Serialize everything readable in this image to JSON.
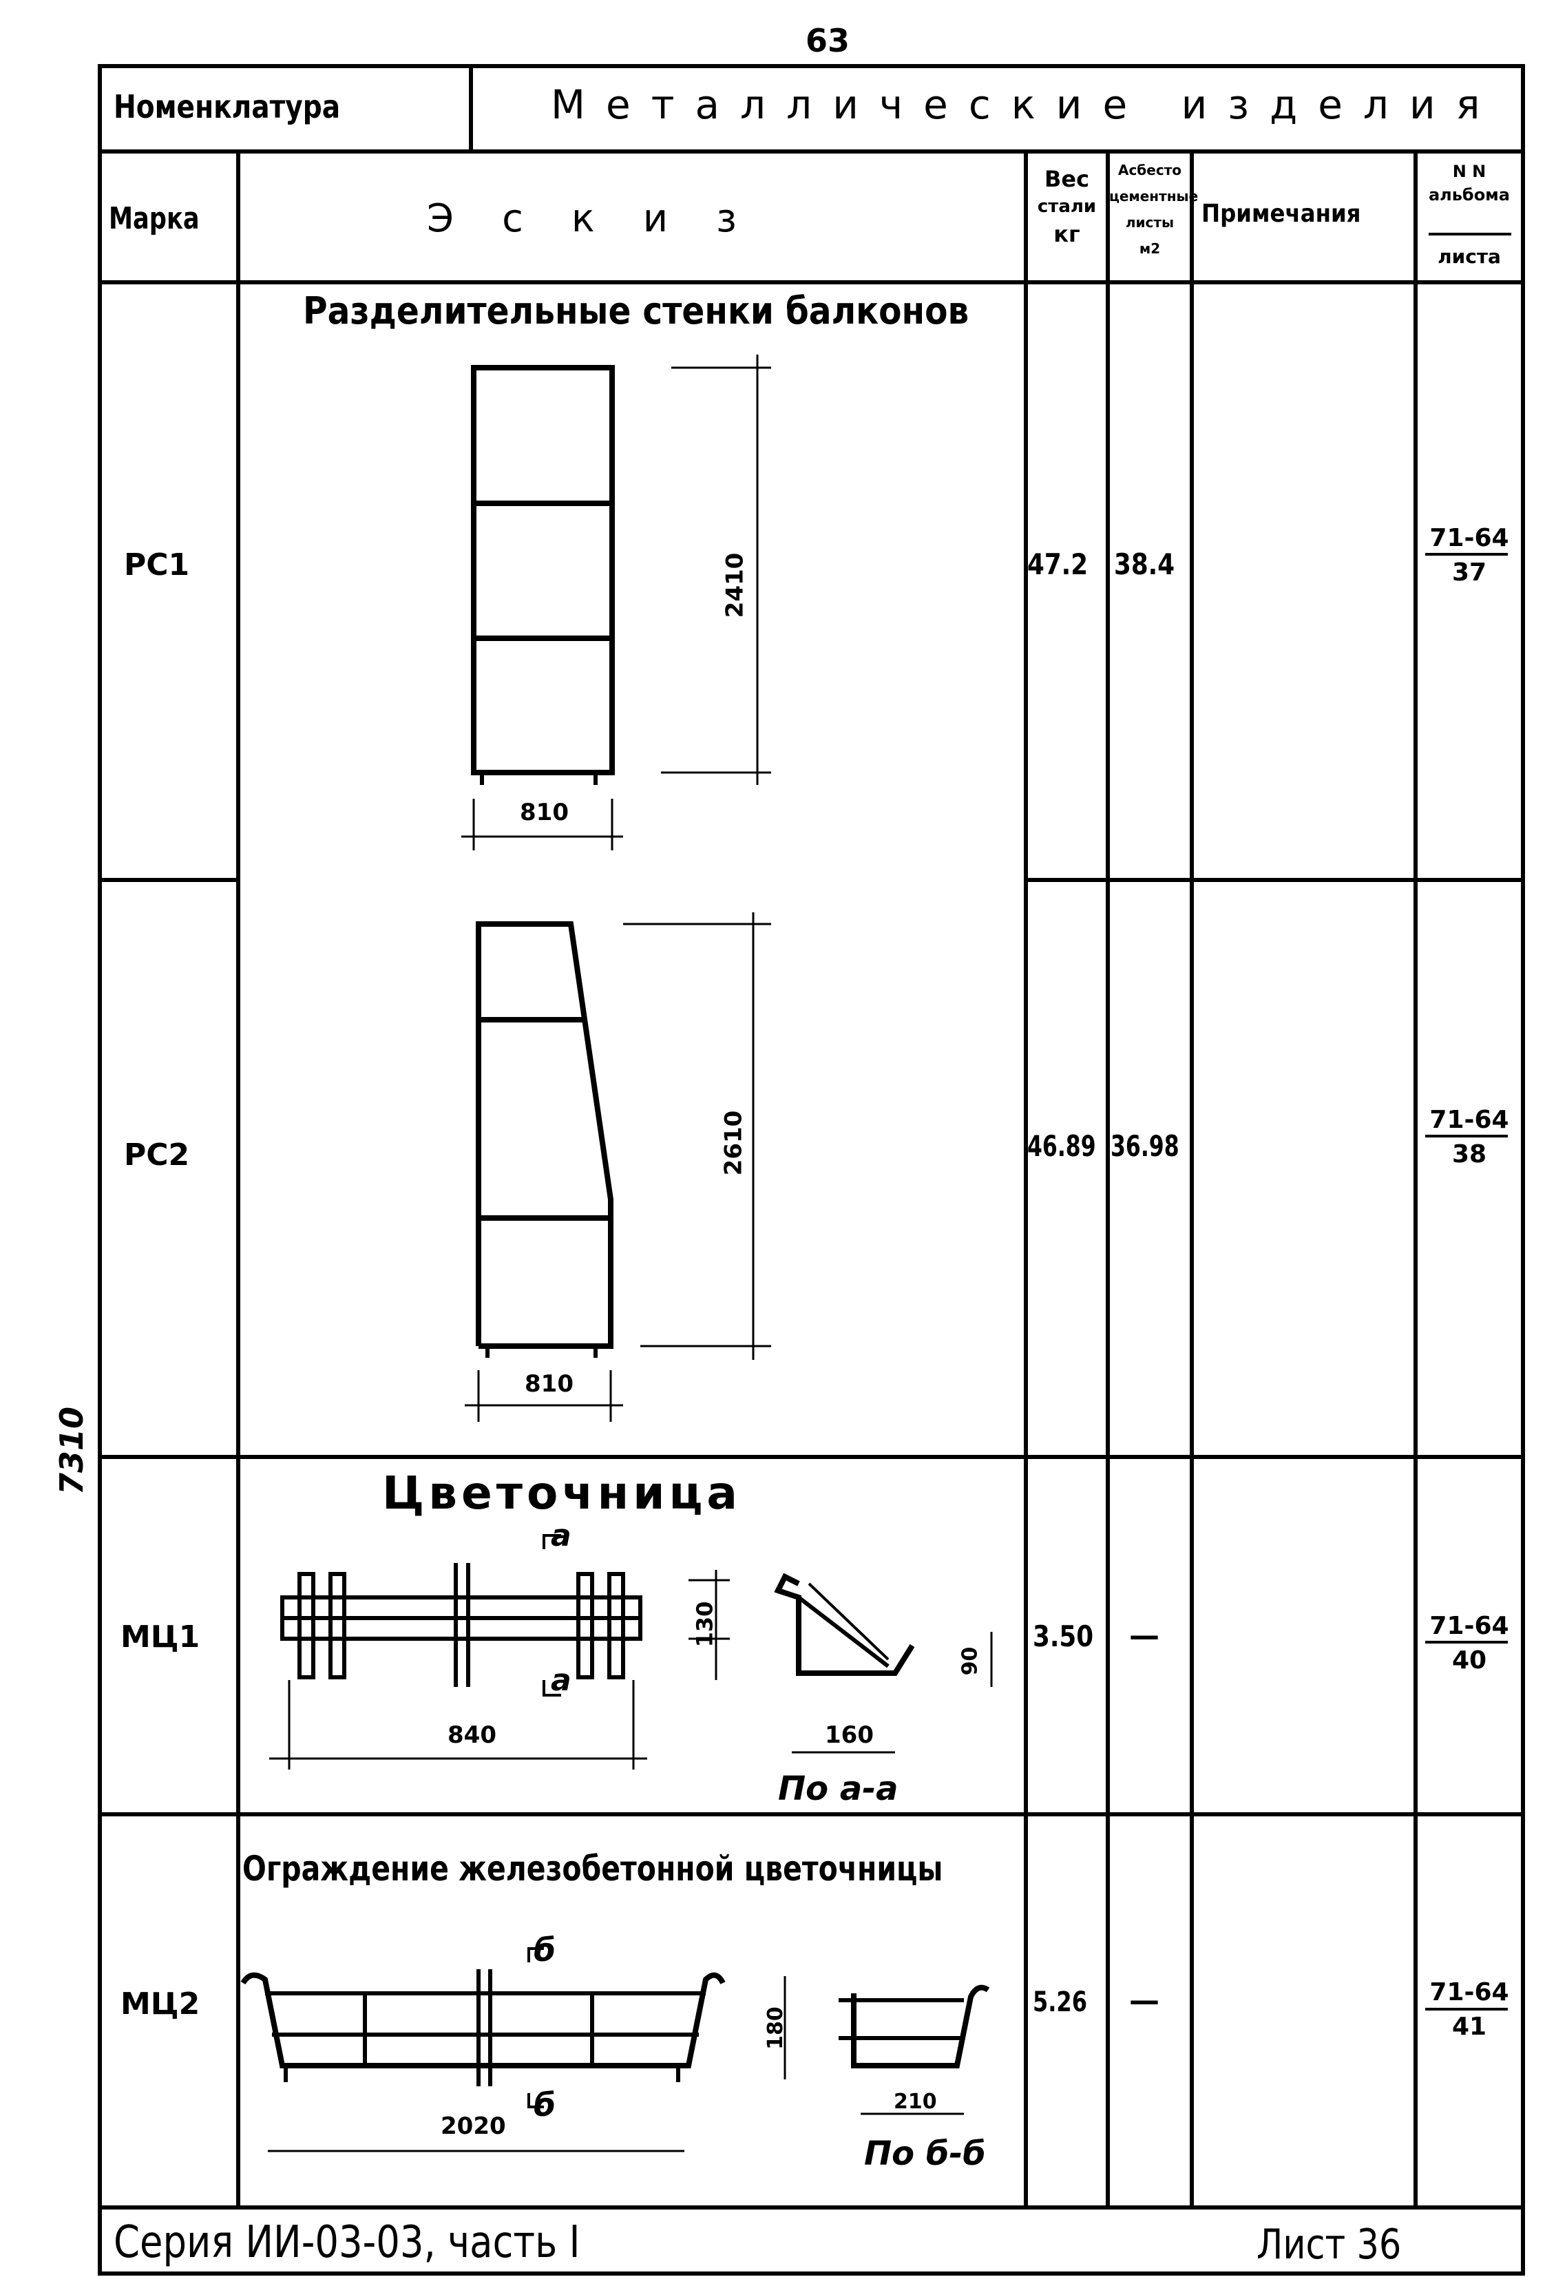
{
  "page_number": "63",
  "side_note": "7310",
  "header": {
    "nomenclature_label": "Номенклатура",
    "title": "Металлические изделия",
    "col_mark": "Марка",
    "col_sketch": "Эскиз",
    "col_weight": [
      "Вес",
      "стали",
      "кг"
    ],
    "col_asbestos": [
      "Асбесто",
      "цементные",
      "листы",
      "м2"
    ],
    "col_notes": "Примечания",
    "col_album": {
      "top": "N N альбома",
      "bottom": "листа"
    }
  },
  "sections": {
    "partition_walls": "Разделительные стенки балконов",
    "flower_box": "Цветочница",
    "flower_box_fence": "Ограждение железобетонной цветочницы"
  },
  "rows": [
    {
      "mark": "РС1",
      "weight": "47.2",
      "asbestos": "38.4",
      "notes": "",
      "album": "71-64",
      "sheet": "37",
      "dims": {
        "height": "2410",
        "width": "810"
      }
    },
    {
      "mark": "РС2",
      "weight": "46.89",
      "asbestos": "36.98",
      "notes": "",
      "album": "71-64",
      "sheet": "38",
      "dims": {
        "height": "2610",
        "width": "810"
      }
    },
    {
      "mark": "МЦ1",
      "weight": "3.50",
      "asbestos": "—",
      "notes": "",
      "album": "71-64",
      "sheet": "40",
      "dims": {
        "height": "130",
        "length": "840",
        "sec_width": "160",
        "sec_height": "90",
        "section_label": "По а-а",
        "cut": "а"
      }
    },
    {
      "mark": "МЦ2",
      "weight": "5.26",
      "asbestos": "—",
      "notes": "",
      "album": "71-64",
      "sheet": "41",
      "dims": {
        "height": "180",
        "length": "2020",
        "sec_width": "210",
        "section_label": "По б-б",
        "cut": "б"
      }
    }
  ],
  "footer": {
    "series": "Серия ИИ-03-03, часть I",
    "sheet": "Лист 36"
  }
}
